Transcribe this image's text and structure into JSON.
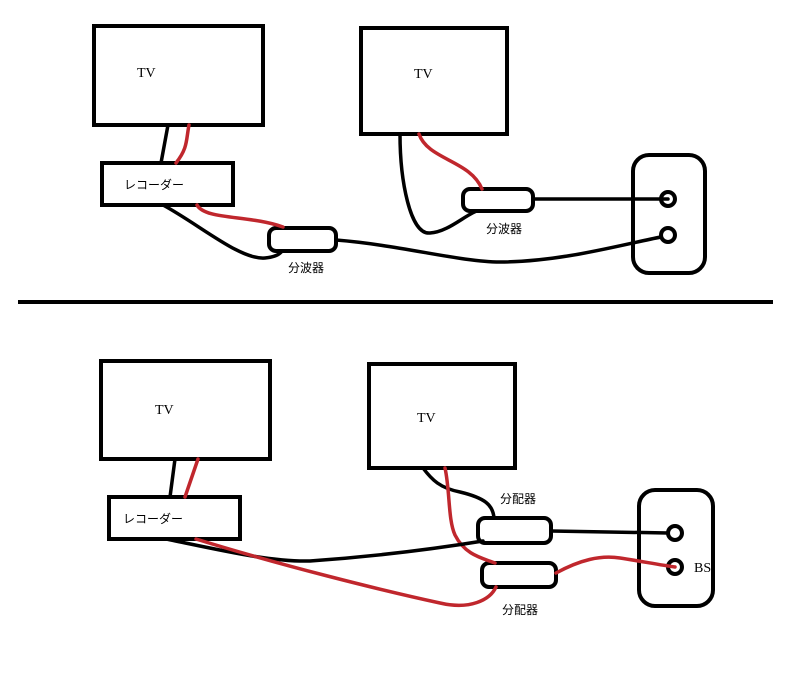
{
  "colors": {
    "red_cable": "#c0272d",
    "black_cable": "#000000",
    "bs_label": "#c0272d"
  },
  "top_diagram": {
    "tv_left_label": "TV",
    "tv_right_label": "TV",
    "recorder_label": "レコーダー",
    "splitter_left_label": "分波器",
    "splitter_right_label": "分波器"
  },
  "bottom_diagram": {
    "tv_left_label": "TV",
    "tv_right_label": "TV",
    "recorder_label": "レコーダー",
    "distributor_top_label": "分配器",
    "distributor_bottom_label": "分配器",
    "bs_label": "BS"
  }
}
